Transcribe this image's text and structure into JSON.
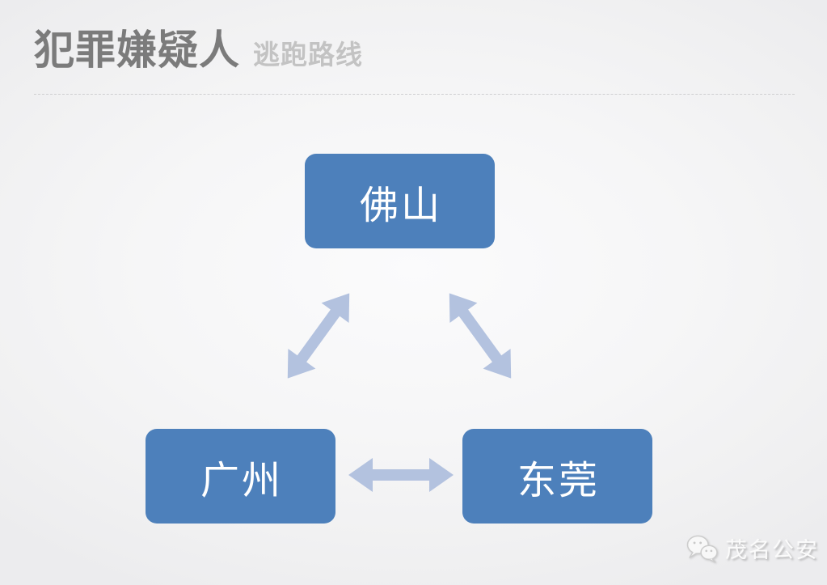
{
  "colors": {
    "node_blue": "#4d80bb",
    "arrow_blue": "#b3c2df",
    "title_gray": "#7b7b7b",
    "subtitle_gray": "#c3c3c3",
    "node_text": "#ffffff"
  },
  "header": {
    "title": "犯罪嫌疑人",
    "subtitle": "逃跑路线"
  },
  "diagram": {
    "type": "cycle-relationship",
    "nodes": [
      {
        "id": "foshan",
        "label": "佛山"
      },
      {
        "id": "guangzhou",
        "label": "广州"
      },
      {
        "id": "dongguan",
        "label": "东莞"
      }
    ],
    "edges": [
      {
        "from": "佛山",
        "to": "广州",
        "direction": "bidirectional"
      },
      {
        "from": "佛山",
        "to": "东莞",
        "direction": "bidirectional"
      },
      {
        "from": "广州",
        "to": "东莞",
        "direction": "bidirectional"
      }
    ]
  },
  "watermark": {
    "icon": "wechat-icon",
    "text": "茂名公安"
  }
}
